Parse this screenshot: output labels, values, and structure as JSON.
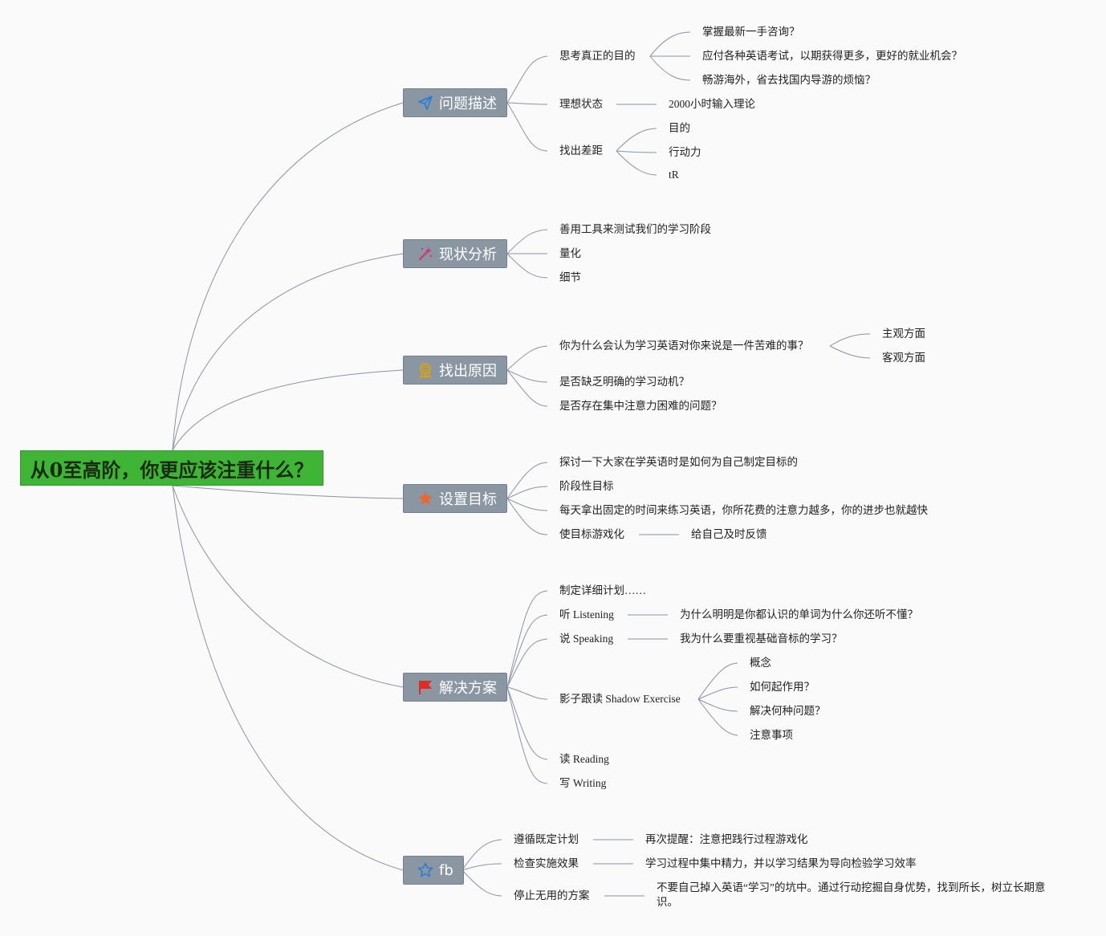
{
  "root": "从0至高阶，你更应该注重什么？",
  "branches": {
    "problem": {
      "label": "问题描述",
      "icon": "paper-plane-icon",
      "items": {
        "purpose": {
          "label": "思考真正的目的",
          "children": [
            "掌握最新一手咨询？",
            "应付各种英语考试，以期获得更多，更好的就业机会？",
            "畅游海外，省去找国内导游的烦恼？"
          ]
        },
        "ideal": {
          "label": "理想状态",
          "children": [
            "2000小时输入理论"
          ]
        },
        "gap": {
          "label": "找出差距",
          "children": [
            "目的",
            "行动力",
            "tR"
          ]
        }
      }
    },
    "status": {
      "label": "现状分析",
      "icon": "magic-wand-icon",
      "items": [
        "善用工具来测试我们的学习阶段",
        "量化",
        "细节"
      ]
    },
    "cause": {
      "label": "找出原因",
      "icon": "award-ribbon-icon",
      "items": {
        "why": {
          "label": "你为什么会认为学习英语对你来说是一件苦难的事？",
          "children": [
            "主观方面",
            "客观方面"
          ]
        },
        "motivation": {
          "label": "是否缺乏明确的学习动机？"
        },
        "focus": {
          "label": "是否存在集中注意力困难的问题？"
        }
      }
    },
    "goal": {
      "label": "设置目标",
      "icon": "star-icon",
      "items": {
        "discuss": {
          "label": "探讨一下大家在学英语时是如何为自己制定目标的"
        },
        "stage": {
          "label": "阶段性目标"
        },
        "daily": {
          "label": "每天拿出固定的时间来练习英语，你所花费的注意力越多，你的进步也就越快"
        },
        "game": {
          "label": "使目标游戏化",
          "children": [
            "给自己及时反馈"
          ]
        }
      }
    },
    "solution": {
      "label": "解决方案",
      "icon": "flag-icon",
      "items": {
        "plan": {
          "label": "制定详细计划……"
        },
        "listening": {
          "label": "听 Listening",
          "children": [
            "为什么明明是你都认识的单词为什么你还听不懂？"
          ]
        },
        "speaking": {
          "label": "说 Speaking",
          "children": [
            "我为什么要重视基础音标的学习？"
          ]
        },
        "shadow": {
          "label": "影子跟读 Shadow Exercise",
          "children": [
            "概念",
            "如何起作用？",
            "解决何种问题？",
            "注意事项"
          ]
        },
        "reading": {
          "label": "读 Reading"
        },
        "writing": {
          "label": "写 Writing"
        }
      }
    },
    "fb": {
      "label": "fb",
      "icon": "star-outline-icon",
      "items": {
        "follow": {
          "label": "遵循既定计划",
          "children": [
            "再次提醒：注意把践行过程游戏化"
          ]
        },
        "check": {
          "label": "检查实施效果",
          "children": [
            "学习过程中集中精力，并以学习结果为导向检验学习效率"
          ]
        },
        "stop": {
          "label": "停止无用的方案",
          "children": [
            "不要自己掉入英语“学习”的坑中。通过行动挖掘自身优势，找到所长，树立长期意识。"
          ]
        }
      }
    }
  },
  "colors": {
    "root": "#3fb536",
    "branch": "#8b96a3",
    "line": "#8c93a3",
    "plane": "#2a7fd4",
    "wand": "#d6336c",
    "award": "#e0a400",
    "star": "#f0642a",
    "flag": "#e32b22",
    "star_outline": "#2a7fd4"
  }
}
